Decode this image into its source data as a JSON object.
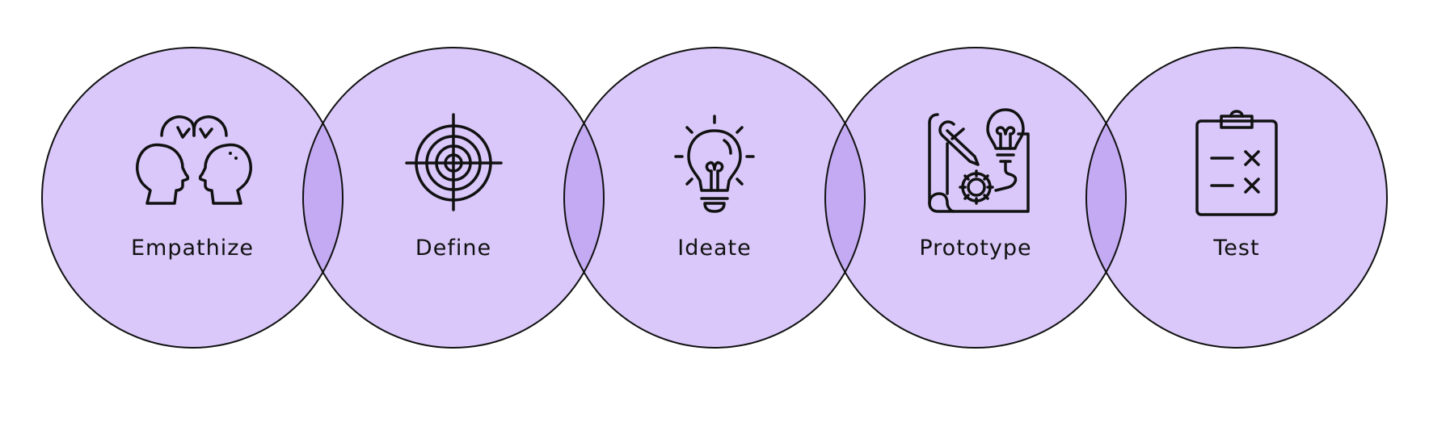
{
  "colors": {
    "circle_fill": "#d9c8f9",
    "overlap_fill": "#c3aaf3",
    "outline": "#111111",
    "text": "#111111"
  },
  "stages": [
    {
      "label": "Empathize",
      "icon": "two-heads-exchange-icon"
    },
    {
      "label": "Define",
      "icon": "target-icon"
    },
    {
      "label": "Ideate",
      "icon": "lightbulb-icon"
    },
    {
      "label": "Prototype",
      "icon": "blueprint-pencil-gear-icon"
    },
    {
      "label": "Test",
      "icon": "clipboard-checklist-icon"
    }
  ]
}
